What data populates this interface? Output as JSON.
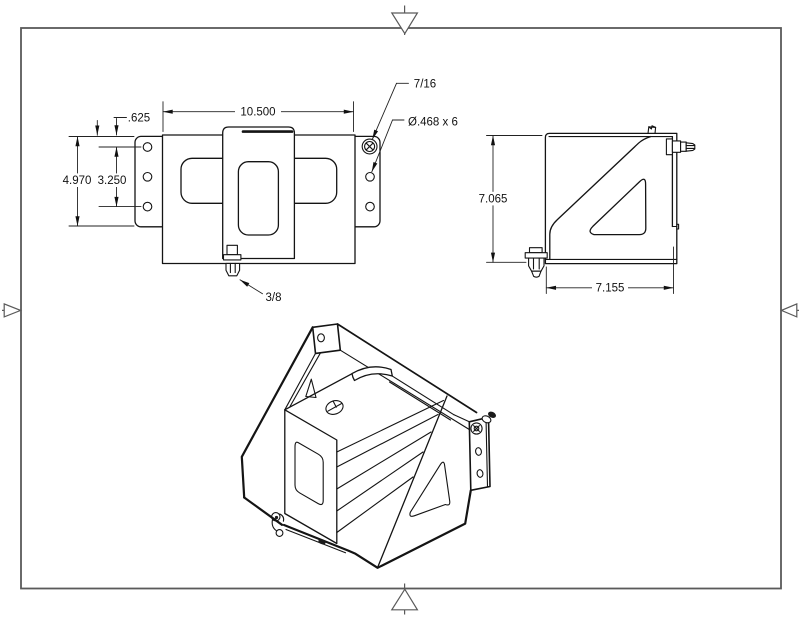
{
  "sheet": {
    "background_color": "#ffffff",
    "border_color": "#5a5a5a",
    "line_color": "#141414"
  },
  "front_view": {
    "dims": {
      "overall_width": "10.500",
      "flange_height": "4.970",
      "hole_spacing": "3.250",
      "top_hole_offset": ".625"
    },
    "callouts": {
      "bolt_size": "7/16",
      "mounting_holes": "Ø.468 x 6",
      "bottom_bolt_size": "3/8"
    }
  },
  "side_view": {
    "dims": {
      "overall_height": "7.065",
      "overall_depth": "7.155"
    }
  }
}
